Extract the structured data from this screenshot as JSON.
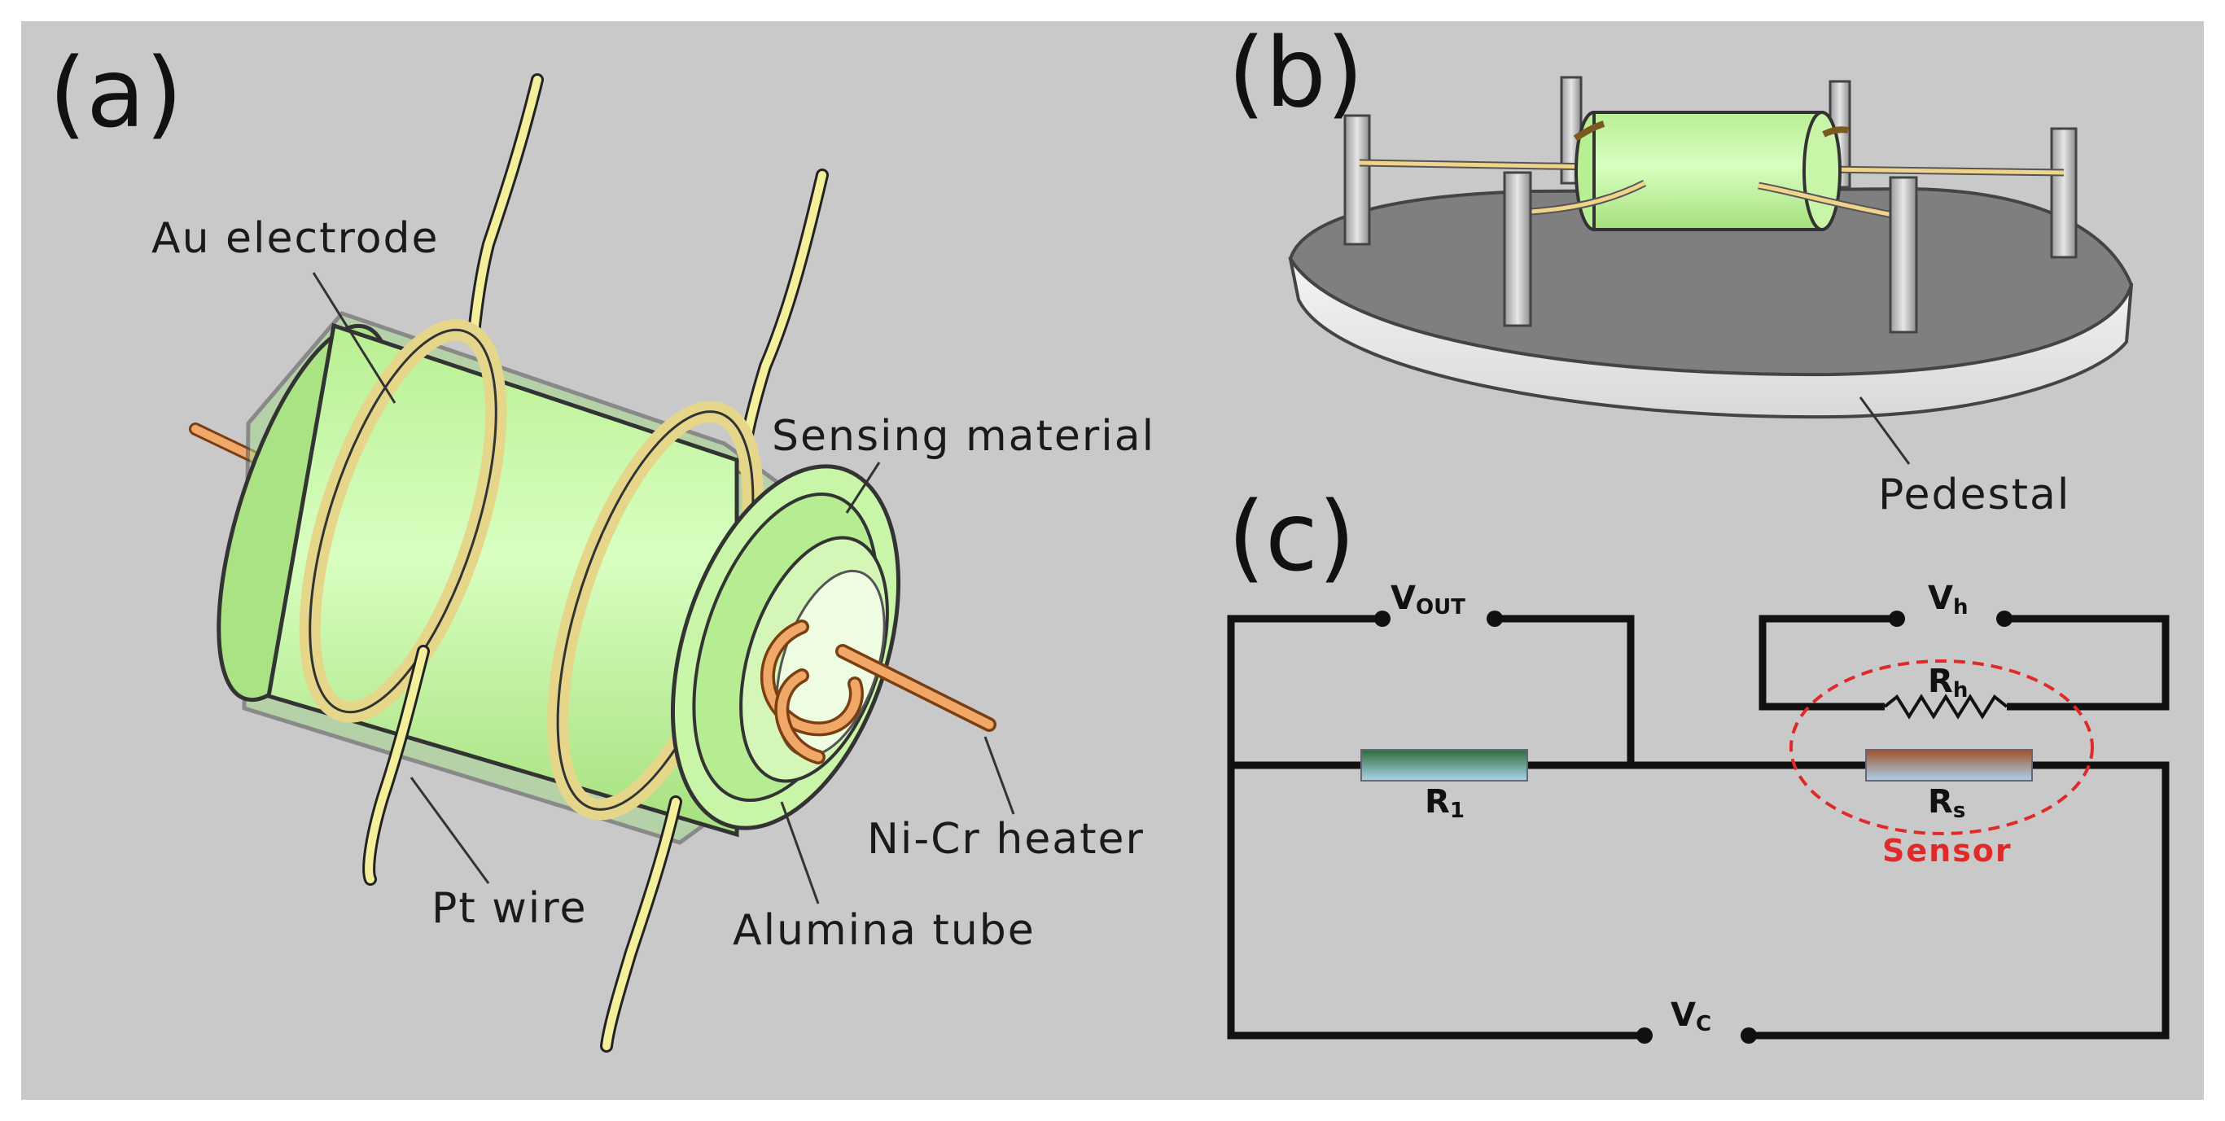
{
  "panels": {
    "a": {
      "letter": "(a)",
      "labels": {
        "au_electrode": "Au electrode",
        "sensing_material": "Sensing material",
        "ni_cr_heater": "Ni-Cr heater",
        "pt_wire": "Pt wire",
        "alumina_tube": "Alumina tube"
      }
    },
    "b": {
      "letter": "(b)",
      "labels": {
        "pedestal": "Pedestal"
      }
    },
    "c": {
      "letter": "(c)",
      "labels": {
        "v_out": "V",
        "v_out_sub": "OUT",
        "v_h": "V",
        "v_h_sub": "h",
        "r_h": "R",
        "r_h_sub": "h",
        "r_1": "R",
        "r_1_sub": "1",
        "r_s": "R",
        "r_s_sub": "s",
        "v_c": "V",
        "v_c_sub": "C",
        "sensor": "Sensor"
      }
    }
  },
  "colors": {
    "background_gray": "#c9c9c9",
    "tube_green": "#c9f5a8",
    "heater_orange": "#f0a868",
    "pt_wire_yellow": "#f4ef9a",
    "pedestal_top": "#7f7f7f",
    "sensor_dashed_red": "#e02a2a",
    "r1_green": "#2f6b3a",
    "rs_brown": "#a0522d"
  }
}
